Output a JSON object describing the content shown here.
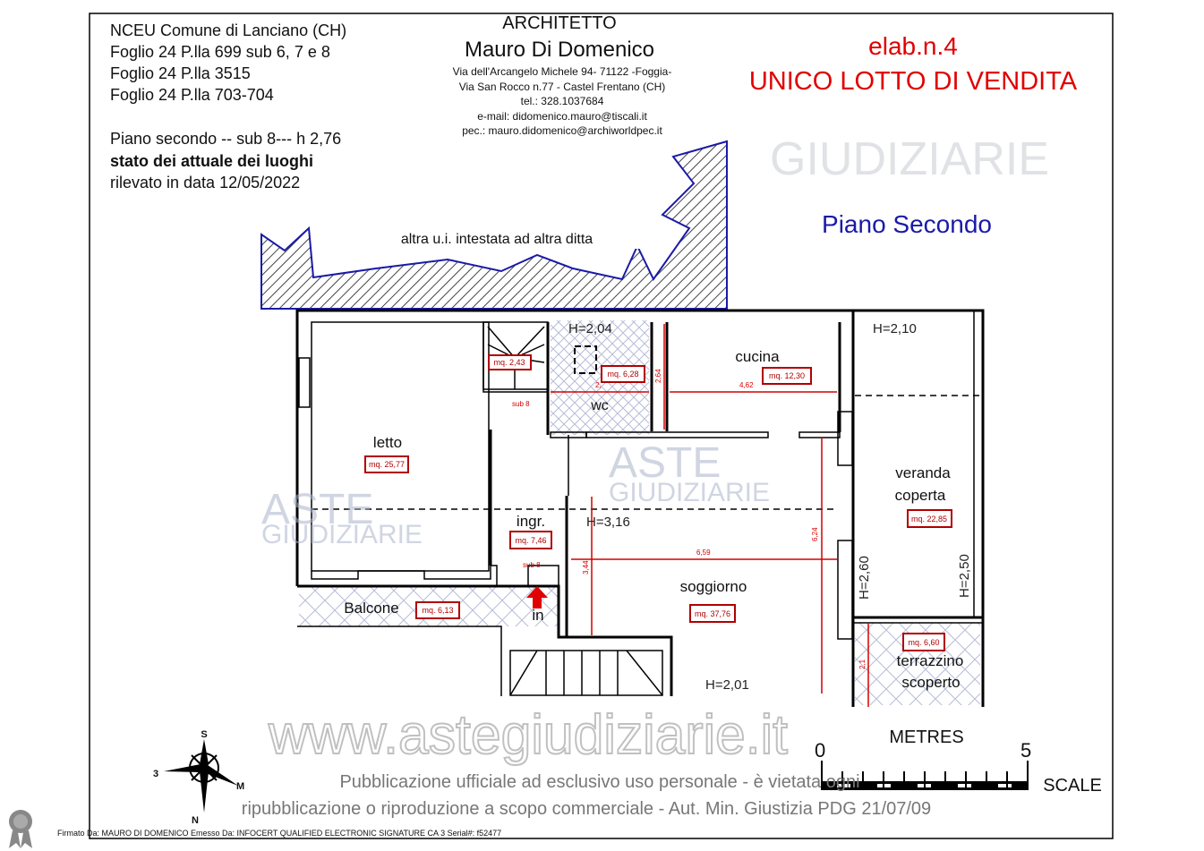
{
  "header": {
    "cadastre": [
      "NCEU Comune di Lanciano (CH)",
      "Foglio 24 P.lla 699  sub 6, 7 e 8",
      "Foglio 24 P.lla 3515",
      "Foglio 24 P.lla 703-704"
    ],
    "floor_info": "Piano secondo -- sub 8--- h 2,76",
    "state": "stato dei attuale dei luoghi",
    "survey_date": "rilevato in data 12/05/2022"
  },
  "architect": {
    "title": "ARCHITETTO",
    "name": "Mauro Di Domenico",
    "address1": "Via dell'Arcangelo Michele 94- 71122 -Foggia-",
    "address2": "Via San Rocco n.77 - Castel Frentano (CH)",
    "tel": "tel.: 328.1037684",
    "email": "e-mail: didomenico.mauro@tiscali.it",
    "pec": "pec.: mauro.didomenico@archiworldpec.it"
  },
  "elab": {
    "number": "elab.n.4",
    "lot": "UNICO LOTTO DI VENDITA",
    "color": "#e00000"
  },
  "floor_title": "Piano Secondo",
  "neighbor_label": "altra u.i. intestata ad altra ditta",
  "rooms": {
    "letto": {
      "name": "letto",
      "area": "mq. 25,77"
    },
    "stair": {
      "area": "mq. 2,43"
    },
    "wc": {
      "name": "wc",
      "area": "mq. 6,28",
      "height": "H=2,04",
      "dim": "2,"
    },
    "cucina": {
      "name": "cucina",
      "area": "mq. 12,30",
      "dim_w": "4,62",
      "dim_h": "2,64"
    },
    "ingresso": {
      "name": "ingr.",
      "area": "mq. 7,46",
      "sub_top": "sub 8",
      "sub_bottom": "sub 8"
    },
    "soggiorno": {
      "name": "soggiorno",
      "area": "mq. 37,76",
      "height": "H=3,16",
      "height2": "H=2,01",
      "dim_w": "6,59",
      "dim_h": "6,24",
      "dim_h2": "3,44"
    },
    "balcone": {
      "name": "Balcone",
      "area": "mq. 6,13"
    },
    "veranda": {
      "name1": "veranda",
      "name2": "coperta",
      "area": "mq. 22,85",
      "height_top": "H=2,10",
      "height_left": "H=2,60",
      "height_right": "H=2,50"
    },
    "terrazzino": {
      "name1": "terrazzino",
      "name2": "scoperto",
      "area": "mq. 6,60",
      "dim": "2,1"
    }
  },
  "entry_label": "in",
  "scale": {
    "unit": "METRES",
    "start": "0",
    "end": "5",
    "label": "SCALE"
  },
  "compass": {
    "s": "S",
    "n": "N",
    "e": "3",
    "w": "M"
  },
  "watermark": {
    "site": "www.astegiudiziarie.it",
    "brand1": "ASTE",
    "brand2": "GIUDIZIARIE"
  },
  "notice": {
    "line1": "Pubblicazione ufficiale ad esclusivo uso personale - è vietata ogni",
    "line2": "ripubblicazione o riproduzione a scopo commerciale - Aut. Min. Giustizia PDG 21/07/09"
  },
  "signature": "Firmato Da: MAURO DI DOMENICO Emesso Da: INFOCERT QUALIFIED ELECTRONIC SIGNATURE CA 3 Serial#: f52477"
}
